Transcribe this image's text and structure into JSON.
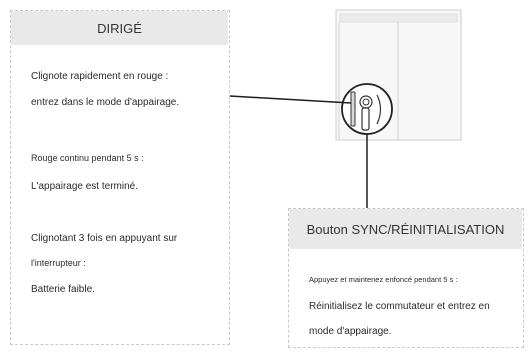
{
  "led": {
    "header": "DIRIGÉ",
    "states": [
      {
        "line1": "Clignote rapidement en rouge :",
        "line2": "entrez dans le mode d'appairage."
      },
      {
        "line1": "Rouge continu pendant 5 s :",
        "line2": "L'appairage est terminé."
      },
      {
        "line1": "Clignotant 3 fois en appuyant sur",
        "line2": "l'interrupteur :",
        "line3": "Batterie faible."
      }
    ]
  },
  "sync": {
    "header": "Bouton SYNC/RÉINITIALISATION",
    "instruction": "Appuyez et maintenez enfoncé pendant 5 s :",
    "result_line1": "Réinitialisez le commutateur et entrez en",
    "result_line2": "mode d'appairage."
  }
}
